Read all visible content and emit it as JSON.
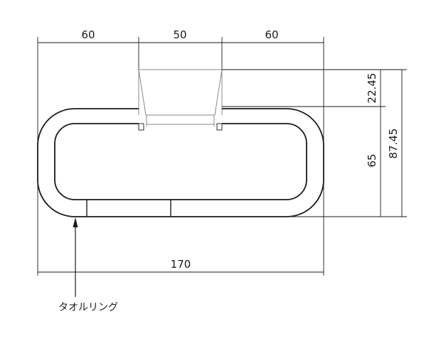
{
  "drawing": {
    "dimensions": {
      "top_left": "60",
      "top_middle": "50",
      "top_right": "60",
      "overall_width": "170",
      "bracket_height": "22.45",
      "ring_height": "65",
      "total_height": "87.45"
    },
    "callout": "タオルリング",
    "colors": {
      "line": "#1a1a1a",
      "bracket": "#888888"
    }
  }
}
